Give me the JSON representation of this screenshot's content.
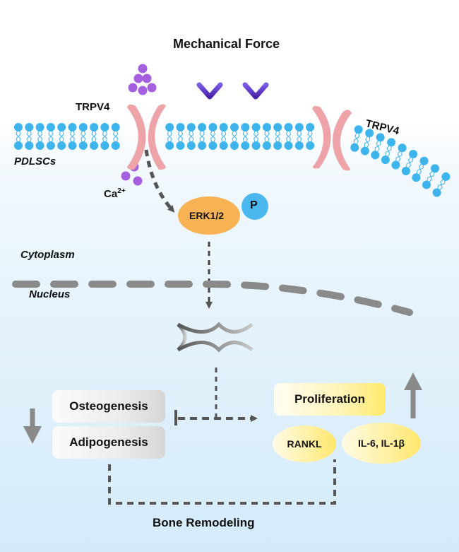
{
  "title": "Mechanical Force",
  "labels": {
    "trpv4_left": "TRPV4",
    "trpv4_right": "TRPV4",
    "cell": "PDLSCs",
    "calcium": "Ca",
    "calcium_charge": "2+",
    "erk": "ERK1/2",
    "phospho": "P",
    "cytoplasm": "Cytoplasm",
    "nucleus": "Nucleus",
    "bone_remodeling": "Bone Remodeling"
  },
  "downregulated": [
    "Osteogenesis",
    "Adipogenesis"
  ],
  "upregulated": {
    "box": "Proliferation",
    "factors": [
      "RANKL",
      "IL-6, IL-1β"
    ]
  },
  "colors": {
    "lipid_head": "#3db4ec",
    "channel": "#eea3a8",
    "calcium_ion": "#a560e0",
    "force_arrow": "#5a2fbf",
    "erk": "#f7b254",
    "phospho": "#4ab8ef",
    "dashed": "#555555",
    "envelope": "#8a8a8a"
  }
}
